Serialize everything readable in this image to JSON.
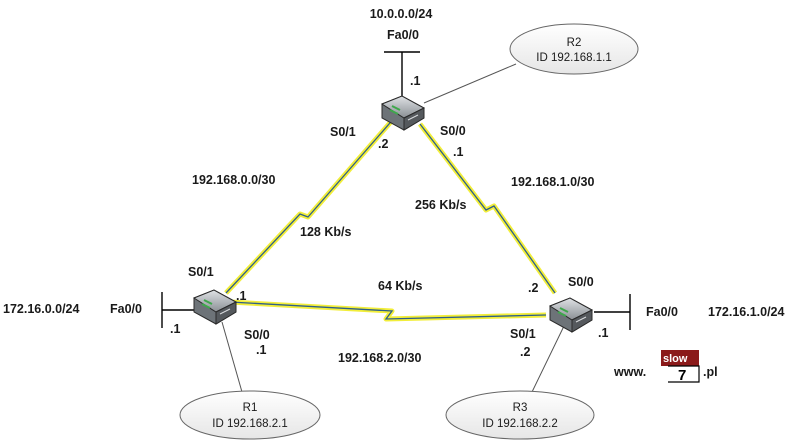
{
  "routers": {
    "r1": {
      "name": "R1",
      "id": "ID 192.168.2.1"
    },
    "r2": {
      "name": "R2",
      "id": "ID 192.168.1.1"
    },
    "r3": {
      "name": "R3",
      "id": "ID 192.168.2.2"
    }
  },
  "lans": {
    "top": {
      "network": "10.0.0.0/24",
      "iface": "Fa0/0",
      "host": ".1"
    },
    "left": {
      "network": "172.16.0.0/24",
      "iface": "Fa0/0",
      "host": ".1"
    },
    "right": {
      "network": "172.16.1.0/24",
      "iface": "Fa0/0",
      "host": ".1"
    }
  },
  "links": {
    "r1_r2": {
      "network": "192.168.0.0/30",
      "bandwidth": "128 Kb/s",
      "r2_iface": "S0/1",
      "r2_host": ".2",
      "r1_iface": "S0/1",
      "r1_host": ".1"
    },
    "r2_r3": {
      "network": "192.168.1.0/30",
      "bandwidth": "256 Kb/s",
      "r2_iface": "S0/0",
      "r2_host": ".1",
      "r3_iface": "S0/0",
      "r3_host": ".2"
    },
    "r1_r3": {
      "network": "192.168.2.0/30",
      "bandwidth": "64 Kb/s",
      "r1_iface": "S0/0",
      "r1_host": ".1",
      "r3_iface": "S0/1",
      "r3_host": ".2"
    }
  },
  "logo": {
    "prefix": "www.",
    "top": "slow",
    "number": "7",
    "suffix": ".pl"
  },
  "colors": {
    "link_glow": "#f2ee3a",
    "link_line": "#2e5f8a",
    "router_body": "#8a8f94"
  }
}
